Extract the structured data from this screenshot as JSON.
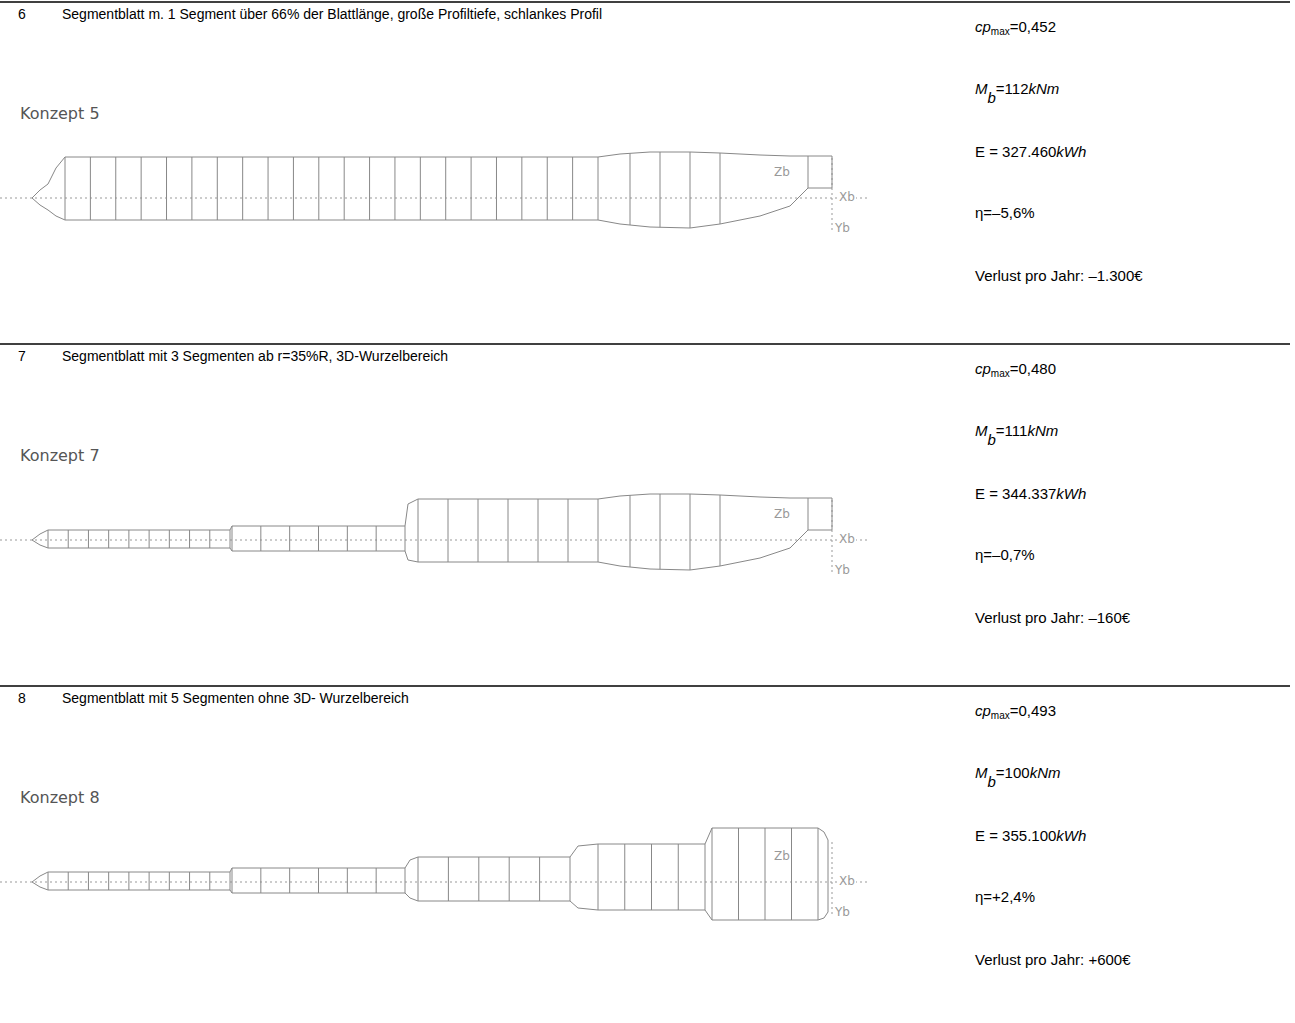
{
  "diagram": {
    "labels": [
      "6",
      "Segmentblatt m. 1 Segment über 66% der Blattlänge, große Profiltiefe, schlankes Profil",
      "Konzept 5",
      "Zb",
      "Xb",
      "Yb",
      "cp",
      "max",
      "=0,452",
      "M",
      "b",
      "=112",
      "kNm",
      "E = 327.460",
      "kWh",
      "η=–5,6%",
      "Verlust pro Jahr: –1.300€",
      "7",
      "Segmentblatt mit 3 Segmenten ab r=35%R, 3D-Wurzelbereich",
      "Konzept 7",
      "Zb",
      "Xb",
      "Yb",
      "cp",
      "max",
      "=0,480",
      "M",
      "b",
      "=111",
      "kNm",
      "E = 344.337",
      "kWh",
      "η=–0,7%",
      "Verlust pro Jahr: –160€",
      "8",
      "Segmentblatt mit 5 Segmenten ohne 3D- Wurzelbereich",
      "Konzept 8",
      "Zb",
      "Xb",
      "Yb",
      "cp",
      "max",
      "=0,493",
      "M",
      "b",
      "=100",
      "kNm",
      "E = 355.100",
      "kWh",
      "η=+2,4%",
      "Verlust pro Jahr: +600€"
    ]
  }
}
